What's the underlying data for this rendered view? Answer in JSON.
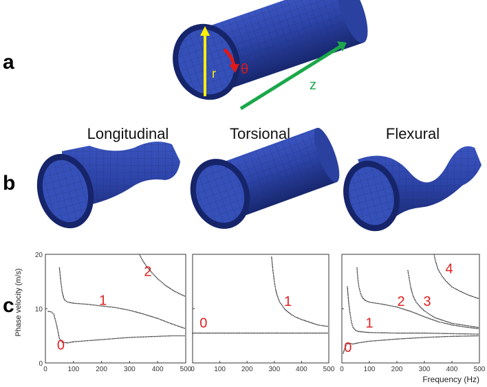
{
  "panels": {
    "a": "a",
    "b": "b",
    "c": "c"
  },
  "coord_labels": {
    "r": "r",
    "theta": "θ",
    "z": "z"
  },
  "colors": {
    "tube": "#2a3f9a",
    "tube_dark": "#0f1a55",
    "r_arrow": "#ffee00",
    "theta_arrow": "#e01818",
    "z_arrow": "#1aa84a",
    "mode_number": "#e02020"
  },
  "mode_titles": [
    "Longitudinal",
    "Torsional",
    "Flexural"
  ],
  "axis": {
    "ylabel": "Phase velocity (m/s)",
    "xlabel": "Frequency (Hz)",
    "x_ticks": [
      "0",
      "100",
      "200",
      "300",
      "400",
      "500"
    ],
    "y_ticks": [
      "0",
      "10",
      "20"
    ]
  },
  "chart_data": [
    {
      "type": "scatter",
      "title": "",
      "xlim": [
        0,
        500
      ],
      "ylim": [
        0,
        20
      ],
      "series": [
        {
          "name": "0",
          "x": [
            10,
            20,
            30,
            40,
            50,
            60,
            80,
            100,
            150,
            200,
            250,
            300,
            350,
            400,
            450,
            500
          ],
          "y": [
            9.5,
            9.4,
            9.0,
            7.0,
            4.5,
            3.8,
            3.7,
            3.9,
            4.1,
            4.3,
            4.5,
            4.7,
            4.8,
            4.9,
            5.0,
            5.0
          ]
        },
        {
          "name": "1",
          "x": [
            50,
            55,
            60,
            65,
            70,
            80,
            100,
            150,
            200,
            250,
            300,
            350,
            400,
            450,
            500
          ],
          "y": [
            17.5,
            15.0,
            13.0,
            12.0,
            11.5,
            11.2,
            11.0,
            10.8,
            10.5,
            10.2,
            9.7,
            9.0,
            8.2,
            7.2,
            6.3
          ]
        },
        {
          "name": "2",
          "x": [
            335,
            345,
            360,
            380,
            400,
            430,
            460,
            500
          ],
          "y": [
            20.0,
            19.0,
            17.8,
            16.6,
            15.5,
            14.2,
            13.2,
            12.2
          ]
        }
      ],
      "labels": [
        "0",
        "1",
        "2"
      ]
    },
    {
      "type": "scatter",
      "title": "",
      "xlim": [
        0,
        500
      ],
      "ylim": [
        0,
        20
      ],
      "series": [
        {
          "name": "0",
          "x": [
            0,
            100,
            200,
            300,
            400,
            500
          ],
          "y": [
            5.5,
            5.5,
            5.5,
            5.5,
            5.5,
            5.5
          ]
        },
        {
          "name": "1",
          "x": [
            290,
            295,
            300,
            305,
            310,
            320,
            340,
            360,
            380,
            400,
            430,
            460,
            500
          ],
          "y": [
            19.5,
            17.0,
            15.0,
            13.5,
            12.5,
            11.2,
            9.8,
            9.0,
            8.4,
            8.0,
            7.5,
            7.0,
            6.7
          ]
        }
      ],
      "labels": [
        "0",
        "1"
      ]
    },
    {
      "type": "scatter",
      "title": "",
      "xlim": [
        0,
        500
      ],
      "ylim": [
        0,
        20
      ],
      "series": [
        {
          "name": "0",
          "x": [
            5,
            10,
            15,
            20,
            30,
            40,
            60,
            100,
            200,
            300,
            400,
            500
          ],
          "y": [
            1.8,
            2.6,
            3.2,
            3.5,
            3.6,
            3.5,
            3.7,
            4.0,
            4.4,
            4.7,
            4.9,
            5.0
          ]
        },
        {
          "name": "1",
          "x": [
            20,
            25,
            30,
            35,
            40,
            50,
            60,
            80,
            100,
            200,
            300,
            400,
            500
          ],
          "y": [
            14.0,
            11.0,
            9.0,
            7.5,
            6.6,
            6.0,
            5.8,
            5.7,
            5.6,
            5.5,
            5.5,
            5.4,
            5.3
          ]
        },
        {
          "name": "2",
          "x": [
            55,
            58,
            62,
            68,
            75,
            85,
            100,
            150,
            200,
            250,
            300,
            350,
            400,
            450,
            500
          ],
          "y": [
            17.5,
            15.5,
            14.0,
            12.8,
            12.0,
            11.5,
            11.2,
            10.8,
            10.3,
            9.5,
            8.5,
            7.6,
            7.0,
            6.6,
            6.3
          ]
        },
        {
          "name": "3",
          "x": [
            240,
            245,
            250,
            255,
            260,
            270,
            285,
            300,
            320,
            340,
            370,
            400,
            450,
            500
          ],
          "y": [
            17.0,
            15.5,
            14.0,
            13.0,
            12.2,
            11.2,
            10.3,
            9.6,
            8.9,
            8.3,
            7.8,
            7.3,
            6.9,
            6.5
          ]
        },
        {
          "name": "4",
          "x": [
            335,
            340,
            350,
            365,
            380,
            400,
            430,
            460,
            500
          ],
          "y": [
            20.0,
            18.8,
            17.2,
            15.9,
            15.0,
            14.0,
            13.2,
            12.5,
            11.8
          ]
        }
      ],
      "labels": [
        "0",
        "1",
        "2",
        "3",
        "4"
      ]
    }
  ]
}
